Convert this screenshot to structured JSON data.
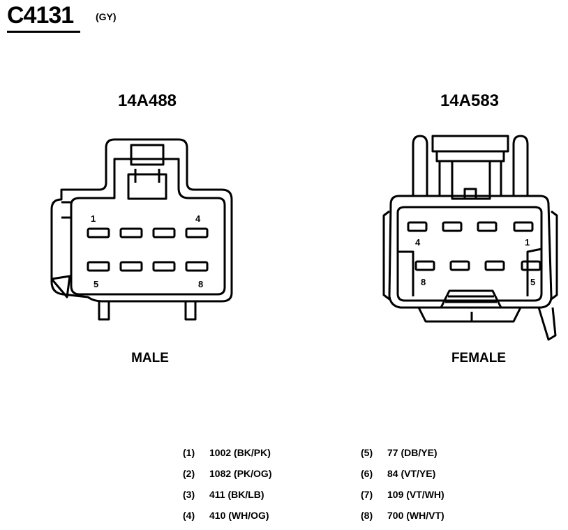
{
  "header": {
    "connector_id": "C4131",
    "color_code": "(GY)"
  },
  "male": {
    "part_number": "14A488",
    "label": "MALE",
    "pins": {
      "p1": "1",
      "p4": "4",
      "p5": "5",
      "p8": "8"
    }
  },
  "female": {
    "part_number": "14A583",
    "label": "FEMALE",
    "pins": {
      "p4": "4",
      "p1": "1",
      "p8": "8",
      "p5": "5"
    }
  },
  "wires": [
    {
      "pin": "(1)",
      "circuit": "1002 (BK/PK)"
    },
    {
      "pin": "(2)",
      "circuit": "1082 (PK/OG)"
    },
    {
      "pin": "(3)",
      "circuit": "411 (BK/LB)"
    },
    {
      "pin": "(4)",
      "circuit": "410 (WH/OG)"
    },
    {
      "pin": "(5)",
      "circuit": "77 (DB/YE)"
    },
    {
      "pin": "(6)",
      "circuit": "84 (VT/YE)"
    },
    {
      "pin": "(7)",
      "circuit": "109 (VT/WH)"
    },
    {
      "pin": "(8)",
      "circuit": "700 (WH/VT)"
    }
  ]
}
